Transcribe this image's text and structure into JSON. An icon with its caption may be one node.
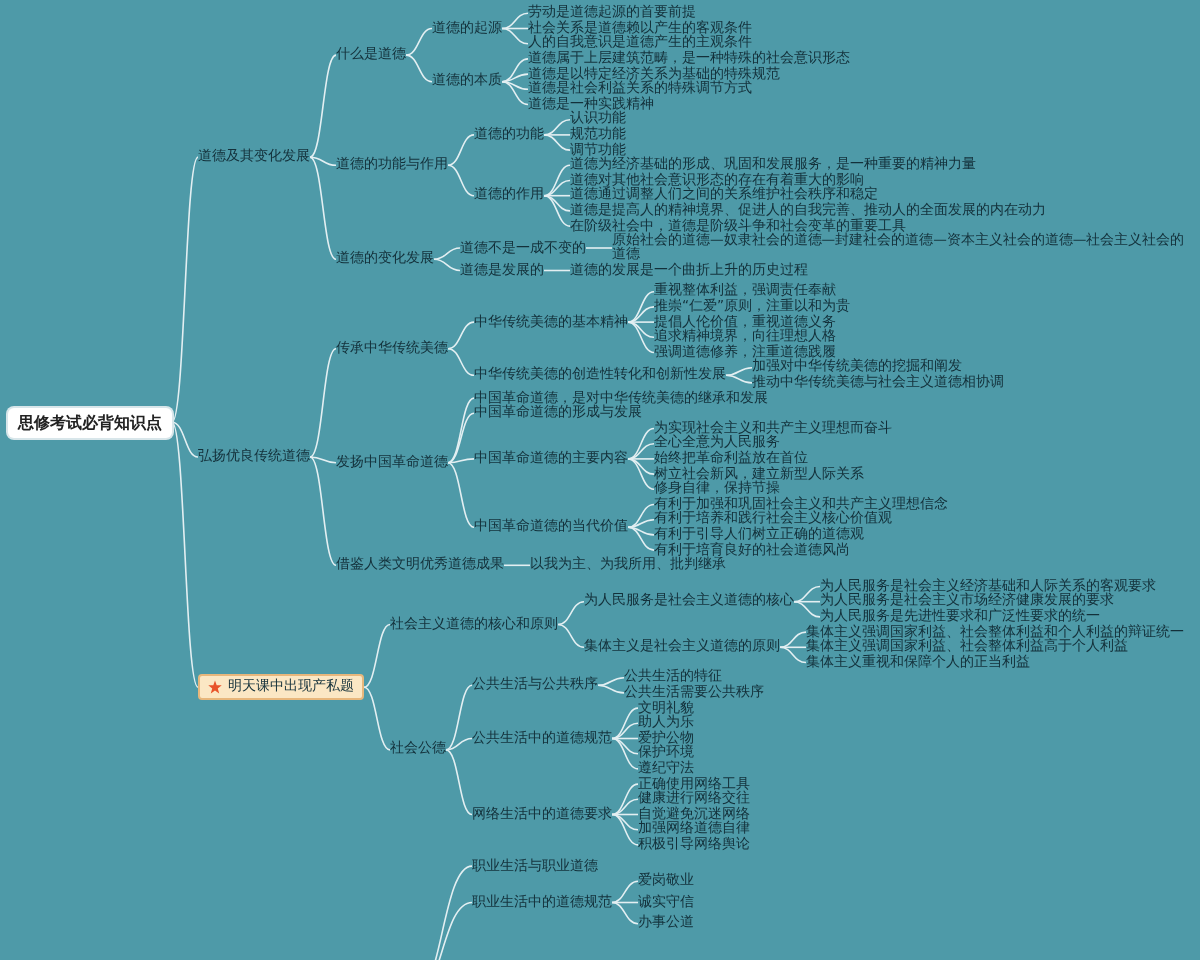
{
  "diagram": {
    "nodes": [
      {
        "text": [
          "思修考试必背知识点"
        ]
      },
      {
        "text": [
          "道德及其变化发展"
        ]
      },
      {
        "text": [
          "什么是道德"
        ]
      },
      {
        "text": [
          "道德的起源"
        ]
      },
      {
        "text": [
          "劳动是道德起源的首要前提"
        ]
      },
      {
        "text": [
          "社会关系是道德赖以产生的客观条件"
        ]
      },
      {
        "text": [
          "人的自我意识是道德产生的主观条件"
        ]
      },
      {
        "text": [
          "道德的本质"
        ]
      },
      {
        "text": [
          "道德属于上层建筑范畴，是一种特殊的社会意识形态"
        ]
      },
      {
        "text": [
          "道德是以特定经济关系为基础的特殊规范"
        ]
      },
      {
        "text": [
          "道德是社会利益关系的特殊调节方式"
        ]
      },
      {
        "text": [
          "道德是一种实践精神"
        ]
      },
      {
        "text": [
          "道德的功能与作用"
        ]
      },
      {
        "text": [
          "道德的功能"
        ]
      },
      {
        "text": [
          "认识功能"
        ]
      },
      {
        "text": [
          "规范功能"
        ]
      },
      {
        "text": [
          "调节功能"
        ]
      },
      {
        "text": [
          "道德的作用"
        ]
      },
      {
        "text": [
          "道德为经济基础的形成、巩固和发展服务，是一种重要的精神力量"
        ]
      },
      {
        "text": [
          "道德对其他社会意识形态的存在有着重大的影响"
        ]
      },
      {
        "text": [
          "道德通过调整人们之间的关系维护社会秩序和稳定"
        ]
      },
      {
        "text": [
          "道德是提高人的精神境界、促进人的自我完善、推动人的全面发展的内在动力"
        ]
      },
      {
        "text": [
          "在阶级社会中，道德是阶级斗争和社会变革的重要工具"
        ]
      },
      {
        "text": [
          "道德的变化发展"
        ]
      },
      {
        "text": [
          "道德不是一成不变的"
        ]
      },
      {
        "text": [
          "原始社会的道德—奴隶社会的道德—封建社会的道德—资本主义社会的道德—社会主义社会的道德"
        ]
      },
      {
        "text": [
          "道德是发展的"
        ]
      },
      {
        "text": [
          "道德的发展是一个曲折上升的历史过程"
        ]
      },
      {
        "text": [
          "弘扬优良传统道德"
        ]
      },
      {
        "text": [
          "传承中华传统美德"
        ]
      },
      {
        "text": [
          "中华传统美德的基本精神"
        ]
      },
      {
        "text": [
          "重视整体利益，强调责任奉献"
        ]
      },
      {
        "text": [
          "推崇“仁爱”原则，注重以和为贵"
        ]
      },
      {
        "text": [
          "提倡人伦价值，重视道德义务"
        ]
      },
      {
        "text": [
          "追求精神境界，向往理想人格"
        ]
      },
      {
        "text": [
          "强调道德修养，注重道德践履"
        ]
      },
      {
        "text": [
          "中华传统美德的创造性转化和创新性发展"
        ]
      },
      {
        "text": [
          "加强对中华传统美德的挖掘和阐发"
        ]
      },
      {
        "text": [
          "推动中华传统美德与社会主义道德相协调"
        ]
      },
      {
        "text": [
          "发扬中国革命道德"
        ]
      },
      {
        "text": [
          "中国革命道德，是对中华传统美德的继承和发展"
        ]
      },
      {
        "text": [
          "中国革命道德的形成与发展"
        ]
      },
      {
        "text": [
          "中国革命道德的主要内容"
        ]
      },
      {
        "text": [
          "为实现社会主义和共产主义理想而奋斗"
        ]
      },
      {
        "text": [
          "全心全意为人民服务"
        ]
      },
      {
        "text": [
          "始终把革命利益放在首位"
        ]
      },
      {
        "text": [
          "树立社会新风，建立新型人际关系"
        ]
      },
      {
        "text": [
          "修身自律，保持节操"
        ]
      },
      {
        "text": [
          "中国革命道德的当代价值"
        ]
      },
      {
        "text": [
          "有利于加强和巩固社会主义和共产主义理想信念"
        ]
      },
      {
        "text": [
          "有利于培养和践行社会主义核心价值观"
        ]
      },
      {
        "text": [
          "有利于引导人们树立正确的道德观"
        ]
      },
      {
        "text": [
          "有利于培育良好的社会道德风尚"
        ]
      },
      {
        "text": [
          "借鉴人类文明优秀道德成果"
        ]
      },
      {
        "text": [
          "以我为主、为我所用、批判继承"
        ]
      },
      {
        "text": [
          "明天课中出现产私题"
        ]
      },
      {
        "text": [
          "社会主义道德的核心和原则"
        ]
      },
      {
        "text": [
          "为人民服务是社会主义道德的核心"
        ]
      },
      {
        "text": [
          "为人民服务是社会主义经济基础和人际关系的客观要求"
        ]
      },
      {
        "text": [
          "为人民服务是社会主义市场经济健康发展的要求"
        ]
      },
      {
        "text": [
          "为人民服务是先进性要求和广泛性要求的统一"
        ]
      },
      {
        "text": [
          "集体主义是社会主义道德的原则"
        ]
      },
      {
        "text": [
          "集体主义强调国家利益、社会整体利益和个人利益的辩证统一"
        ]
      },
      {
        "text": [
          "集体主义强调国家利益、社会整体利益高于个人利益"
        ]
      },
      {
        "text": [
          "集体主义重视和保障个人的正当利益"
        ]
      },
      {
        "text": [
          "社会公德"
        ]
      },
      {
        "text": [
          "公共生活与公共秩序"
        ]
      },
      {
        "text": [
          "公共生活的特征"
        ]
      },
      {
        "text": [
          "公共生活需要公共秩序"
        ]
      },
      {
        "text": [
          "公共生活中的道德规范"
        ]
      },
      {
        "text": [
          "文明礼貌"
        ]
      },
      {
        "text": [
          "助人为乐"
        ]
      },
      {
        "text": [
          "爱护公物"
        ]
      },
      {
        "text": [
          "保护环境"
        ]
      },
      {
        "text": [
          "遵纪守法"
        ]
      },
      {
        "text": [
          "网络生活中的道德要求"
        ]
      },
      {
        "text": [
          "正确使用网络工具"
        ]
      },
      {
        "text": [
          "健康进行网络交往"
        ]
      },
      {
        "text": [
          "自觉避免沉迷网络"
        ]
      },
      {
        "text": [
          "加强网络道德自律"
        ]
      },
      {
        "text": [
          "积极引导网络舆论"
        ]
      },
      {
        "text": [
          "职业生活与职业道德"
        ]
      },
      {
        "text": [
          "职业生活中的道德规范"
        ]
      },
      {
        "text": [
          "爱岗敬业"
        ]
      },
      {
        "text": [
          "诚实守信"
        ]
      },
      {
        "text": [
          "办事公道"
        ]
      }
    ],
    "edges": [
      {
        "from": 0,
        "to": 1,
        "arrow": "none"
      },
      {
        "from": 0,
        "to": 28,
        "arrow": "none"
      },
      {
        "from": 0,
        "to": 55,
        "arrow": "none"
      },
      {
        "from": 1,
        "to": 2,
        "arrow": "none"
      },
      {
        "from": 1,
        "to": 12,
        "arrow": "none"
      },
      {
        "from": 1,
        "to": 23,
        "arrow": "none"
      },
      {
        "from": 2,
        "to": 3,
        "arrow": "none"
      },
      {
        "from": 2,
        "to": 7,
        "arrow": "none"
      },
      {
        "from": 3,
        "to": 4,
        "arrow": "none"
      },
      {
        "from": 3,
        "to": 5,
        "arrow": "none"
      },
      {
        "from": 3,
        "to": 6,
        "arrow": "none"
      },
      {
        "from": 7,
        "to": 8,
        "arrow": "none"
      },
      {
        "from": 7,
        "to": 9,
        "arrow": "none"
      },
      {
        "from": 7,
        "to": 10,
        "arrow": "none"
      },
      {
        "from": 7,
        "to": 11,
        "arrow": "none"
      },
      {
        "from": 12,
        "to": 13,
        "arrow": "none"
      },
      {
        "from": 12,
        "to": 17,
        "arrow": "none"
      },
      {
        "from": 13,
        "to": 14,
        "arrow": "none"
      },
      {
        "from": 13,
        "to": 15,
        "arrow": "none"
      },
      {
        "from": 13,
        "to": 16,
        "arrow": "none"
      },
      {
        "from": 17,
        "to": 18,
        "arrow": "none"
      },
      {
        "from": 17,
        "to": 19,
        "arrow": "none"
      },
      {
        "from": 17,
        "to": 20,
        "arrow": "none"
      },
      {
        "from": 17,
        "to": 21,
        "arrow": "none"
      },
      {
        "from": 17,
        "to": 22,
        "arrow": "none"
      },
      {
        "from": 23,
        "to": 24,
        "arrow": "none"
      },
      {
        "from": 23,
        "to": 26,
        "arrow": "none"
      },
      {
        "from": 24,
        "to": 25,
        "arrow": "none"
      },
      {
        "from": 26,
        "to": 27,
        "arrow": "none"
      },
      {
        "from": 28,
        "to": 29,
        "arrow": "none"
      },
      {
        "from": 28,
        "to": 39,
        "arrow": "none"
      },
      {
        "from": 28,
        "to": 53,
        "arrow": "none"
      },
      {
        "from": 29,
        "to": 30,
        "arrow": "none"
      },
      {
        "from": 29,
        "to": 36,
        "arrow": "none"
      },
      {
        "from": 30,
        "to": 31,
        "arrow": "none"
      },
      {
        "from": 30,
        "to": 32,
        "arrow": "none"
      },
      {
        "from": 30,
        "to": 33,
        "arrow": "none"
      },
      {
        "from": 30,
        "to": 34,
        "arrow": "none"
      },
      {
        "from": 30,
        "to": 35,
        "arrow": "none"
      },
      {
        "from": 36,
        "to": 37,
        "arrow": "none"
      },
      {
        "from": 36,
        "to": 38,
        "arrow": "none"
      },
      {
        "from": 39,
        "to": 40,
        "arrow": "none"
      },
      {
        "from": 39,
        "to": 41,
        "arrow": "none"
      },
      {
        "from": 39,
        "to": 42,
        "arrow": "none"
      },
      {
        "from": 39,
        "to": 48,
        "arrow": "none"
      },
      {
        "from": 42,
        "to": 43,
        "arrow": "none"
      },
      {
        "from": 42,
        "to": 44,
        "arrow": "none"
      },
      {
        "from": 42,
        "to": 45,
        "arrow": "none"
      },
      {
        "from": 42,
        "to": 46,
        "arrow": "none"
      },
      {
        "from": 42,
        "to": 47,
        "arrow": "none"
      },
      {
        "from": 48,
        "to": 49,
        "arrow": "none"
      },
      {
        "from": 48,
        "to": 50,
        "arrow": "none"
      },
      {
        "from": 48,
        "to": 51,
        "arrow": "none"
      },
      {
        "from": 48,
        "to": 52,
        "arrow": "none"
      },
      {
        "from": 53,
        "to": 54,
        "arrow": "none"
      },
      {
        "from": 55,
        "to": 56,
        "arrow": "none"
      },
      {
        "from": 55,
        "to": 65,
        "arrow": "none"
      },
      {
        "from": 56,
        "to": 57,
        "arrow": "none"
      },
      {
        "from": 56,
        "to": 61,
        "arrow": "none"
      },
      {
        "from": 57,
        "to": 58,
        "arrow": "none"
      },
      {
        "from": 57,
        "to": 59,
        "arrow": "none"
      },
      {
        "from": 57,
        "to": 60,
        "arrow": "none"
      },
      {
        "from": 61,
        "to": 62,
        "arrow": "none"
      },
      {
        "from": 61,
        "to": 63,
        "arrow": "none"
      },
      {
        "from": 61,
        "to": 64,
        "arrow": "none"
      },
      {
        "from": 65,
        "to": 66,
        "arrow": "none"
      },
      {
        "from": 65,
        "to": 69,
        "arrow": "none"
      },
      {
        "from": 65,
        "to": 75,
        "arrow": "none"
      },
      {
        "from": 66,
        "to": 67,
        "arrow": "none"
      },
      {
        "from": 66,
        "to": 68,
        "arrow": "none"
      },
      {
        "from": 69,
        "to": 70,
        "arrow": "none"
      },
      {
        "from": 69,
        "to": 71,
        "arrow": "none"
      },
      {
        "from": 69,
        "to": 72,
        "arrow": "none"
      },
      {
        "from": 69,
        "to": 73,
        "arrow": "none"
      },
      {
        "from": 69,
        "to": 74,
        "arrow": "none"
      },
      {
        "from": 75,
        "to": 76,
        "arrow": "none"
      },
      {
        "from": 75,
        "to": 77,
        "arrow": "none"
      },
      {
        "from": 75,
        "to": 78,
        "arrow": "none"
      },
      {
        "from": 75,
        "to": 79,
        "arrow": "none"
      },
      {
        "from": 75,
        "to": 80,
        "arrow": "none"
      },
      {
        "from": null,
        "to": 81,
        "arrow": "none"
      },
      {
        "from": null,
        "to": 82,
        "arrow": "none"
      },
      {
        "from": 82,
        "to": 83,
        "arrow": "none"
      },
      {
        "from": 82,
        "to": 84,
        "arrow": "none"
      },
      {
        "from": 82,
        "to": 85,
        "arrow": "none"
      }
    ]
  }
}
